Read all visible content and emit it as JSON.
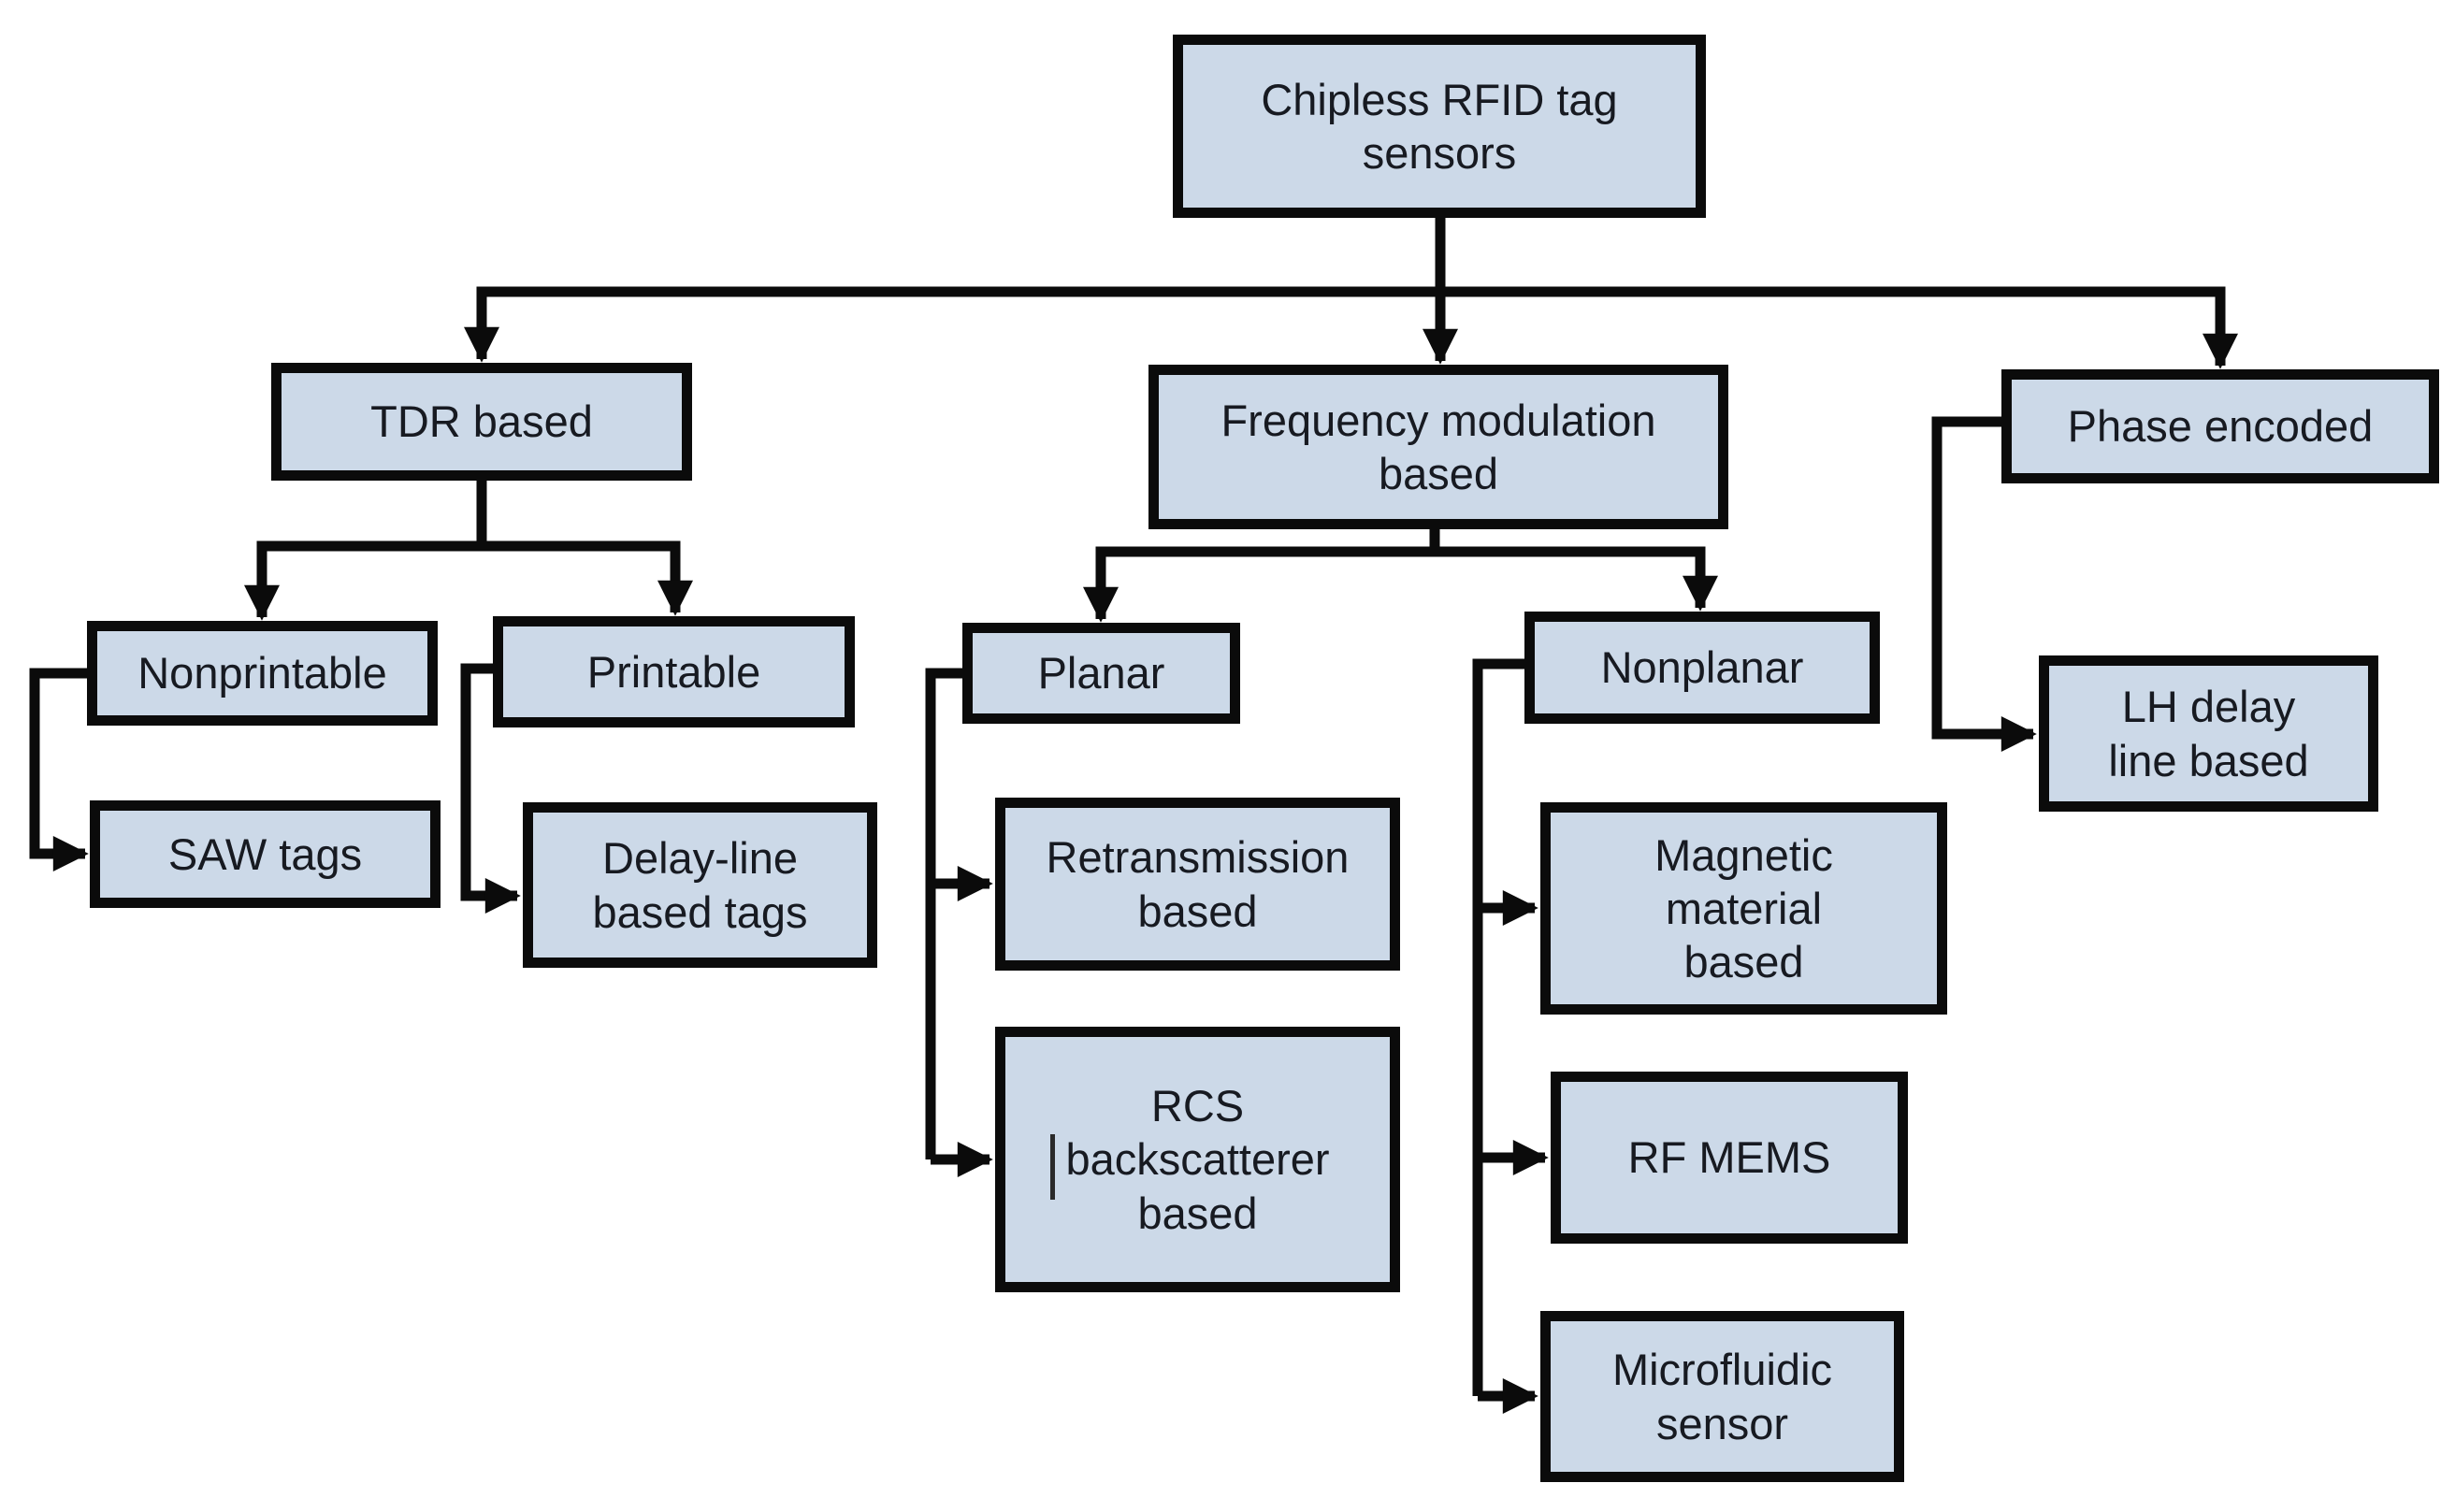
{
  "diagram": {
    "type": "flowchart",
    "title": "Chipless RFID tag sensors",
    "colors": {
      "background": "#ffffff",
      "box_fill": "#ccd9e8",
      "box_border": "#0b0b0b",
      "connector": "#0b0b0b",
      "text": "#171a21"
    },
    "nodes": {
      "chipless": {
        "label": "Chipless RFID tag sensors"
      },
      "tdr": {
        "label": "TDR based"
      },
      "freq_mod": {
        "label": "Frequency modulation based"
      },
      "phase": {
        "label": "Phase encoded"
      },
      "nonprintable": {
        "label": "Nonprintable"
      },
      "printable": {
        "label": "Printable"
      },
      "planar": {
        "label": "Planar"
      },
      "nonplanar": {
        "label": "Nonplanar"
      },
      "saw": {
        "label": "SAW tags"
      },
      "delay_line": {
        "label": "Delay-line based tags"
      },
      "retransmission": {
        "label": "Retransmission based"
      },
      "rcs": {
        "label": "RCS backscatterer based"
      },
      "magnetic": {
        "label": "Magnetic material based"
      },
      "rf_mems": {
        "label": "RF MEMS"
      },
      "microfluidic": {
        "label": "Microfluidic sensor"
      },
      "lh_delay": {
        "label": "LH delay line based"
      }
    },
    "edges": [
      {
        "from": "chipless",
        "to": "tdr"
      },
      {
        "from": "chipless",
        "to": "freq_mod"
      },
      {
        "from": "chipless",
        "to": "phase"
      },
      {
        "from": "tdr",
        "to": "nonprintable"
      },
      {
        "from": "tdr",
        "to": "printable"
      },
      {
        "from": "nonprintable",
        "to": "saw"
      },
      {
        "from": "printable",
        "to": "delay_line"
      },
      {
        "from": "freq_mod",
        "to": "planar"
      },
      {
        "from": "freq_mod",
        "to": "nonplanar"
      },
      {
        "from": "planar",
        "to": "retransmission"
      },
      {
        "from": "planar",
        "to": "rcs"
      },
      {
        "from": "nonplanar",
        "to": "magnetic"
      },
      {
        "from": "nonplanar",
        "to": "rf_mems"
      },
      {
        "from": "nonplanar",
        "to": "microfluidic"
      },
      {
        "from": "phase",
        "to": "lh_delay"
      }
    ]
  }
}
